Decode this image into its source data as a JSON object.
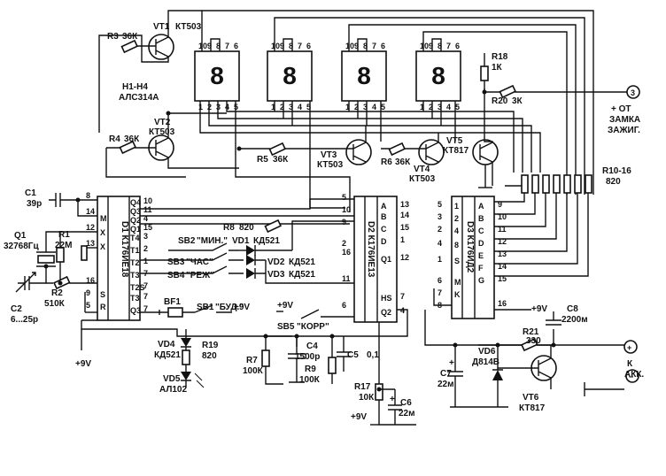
{
  "transistors": [
    {
      "ref": "VT1",
      "type": "КТ503"
    },
    {
      "ref": "VT2",
      "type": "КТ503"
    },
    {
      "ref": "VT3",
      "type": "КТ503"
    },
    {
      "ref": "VT4",
      "type": "КТ503"
    },
    {
      "ref": "VT5",
      "type": "КТ817"
    },
    {
      "ref": "VT6",
      "type": "КТ817"
    }
  ],
  "resistors": [
    {
      "ref": "R3",
      "value": "36К"
    },
    {
      "ref": "R4",
      "value": "36К"
    },
    {
      "ref": "R5",
      "value": "36К"
    },
    {
      "ref": "R6",
      "value": "36К"
    },
    {
      "ref": "R18",
      "value": "1К"
    },
    {
      "ref": "R20",
      "value": "3К"
    },
    {
      "ref": "R10-16",
      "value": "820"
    },
    {
      "ref": "R8",
      "value": "820"
    },
    {
      "ref": "R1",
      "value": "22М"
    },
    {
      "ref": "R2",
      "value": "510К"
    },
    {
      "ref": "R19",
      "value": "820"
    },
    {
      "ref": "R7",
      "value": "100К"
    },
    {
      "ref": "R9",
      "value": "100К"
    },
    {
      "ref": "R17",
      "value": "10К"
    },
    {
      "ref": "R21",
      "value": "330"
    }
  ],
  "capacitors": [
    {
      "ref": "C1",
      "value": "39р"
    },
    {
      "ref": "C2",
      "value": "6...25р"
    },
    {
      "ref": "C4",
      "value": "1500р"
    },
    {
      "ref": "C5",
      "value": "0,1"
    },
    {
      "ref": "C6",
      "value": "22м"
    },
    {
      "ref": "C7",
      "value": "22м"
    },
    {
      "ref": "C8",
      "value": "2200м"
    }
  ],
  "crystal": {
    "ref": "Q1",
    "value": "32768Гц"
  },
  "display": {
    "refs": "H1-H4",
    "type": "АЛС314А",
    "pins_top": [
      "10",
      "9",
      "8",
      "7",
      "6"
    ],
    "pins_bottom": [
      "1",
      "2",
      "3",
      "4",
      "5"
    ]
  },
  "diodes": [
    {
      "ref": "VD1",
      "type": "КД521"
    },
    {
      "ref": "VD2",
      "type": "КД521"
    },
    {
      "ref": "VD3",
      "type": "КД521"
    },
    {
      "ref": "VD4",
      "type": "КД521"
    },
    {
      "ref": "VD5",
      "type": "АЛ102"
    },
    {
      "ref": "VD6",
      "type": "Д814В"
    }
  ],
  "switches": [
    {
      "ref": "SB1",
      "label": "\"БУД.\""
    },
    {
      "ref": "SB2",
      "label": "\"МИН.\""
    },
    {
      "ref": "SB3",
      "label": "\"ЧАС\""
    },
    {
      "ref": "SB4",
      "label": "\"РЕЖ\""
    },
    {
      "ref": "SB5",
      "label": "\"КОРР\""
    }
  ],
  "buzzer": "BF1",
  "ics": {
    "d1": {
      "name": "D1 К176ИЕ18",
      "left_pins": [
        "8",
        "14",
        "12",
        "13",
        "16",
        "9",
        "5"
      ],
      "left_labels": [
        "M",
        "X",
        "X",
        "S",
        "R"
      ],
      "right_labels": [
        "Q4",
        "Q3",
        "Q2",
        "Q1",
        "T4",
        "T1",
        "T2",
        "T3",
        "T2S",
        "T3",
        "Q3"
      ],
      "right_pins": [
        "10",
        "11",
        "4",
        "15",
        "3",
        "2",
        "1",
        "7",
        "7",
        "7",
        "7"
      ]
    },
    "d2": {
      "name": "D2 К176ИЕ13",
      "left_pins": [
        "5",
        "10",
        "9",
        "2",
        "16",
        "11",
        "6"
      ],
      "right_labels": [
        "A",
        "B",
        "C",
        "D",
        "Q1",
        "HS",
        "Q2"
      ],
      "right_pins": [
        "13",
        "14",
        "15",
        "1",
        "12",
        "7",
        "4"
      ]
    },
    "d3": {
      "name": "D3 К176ИД2",
      "left_pins": [
        "5",
        "3",
        "2",
        "4",
        "1",
        "6",
        "7",
        "8"
      ],
      "left_labels": [
        "1",
        "2",
        "4",
        "8",
        "S",
        "M",
        "K"
      ],
      "right_labels": [
        "A",
        "B",
        "C",
        "D",
        "E",
        "F",
        "G"
      ],
      "right_pins": [
        "9",
        "10",
        "11",
        "12",
        "13",
        "14",
        "15"
      ],
      "power_pin": "16"
    }
  },
  "supply": {
    "plus9": "+9V",
    "ignition_terminal": "3",
    "ignition_label": "+ ОТ\nЗАМКА\nЗАЖИГ.",
    "battery": "К\nАКК."
  }
}
